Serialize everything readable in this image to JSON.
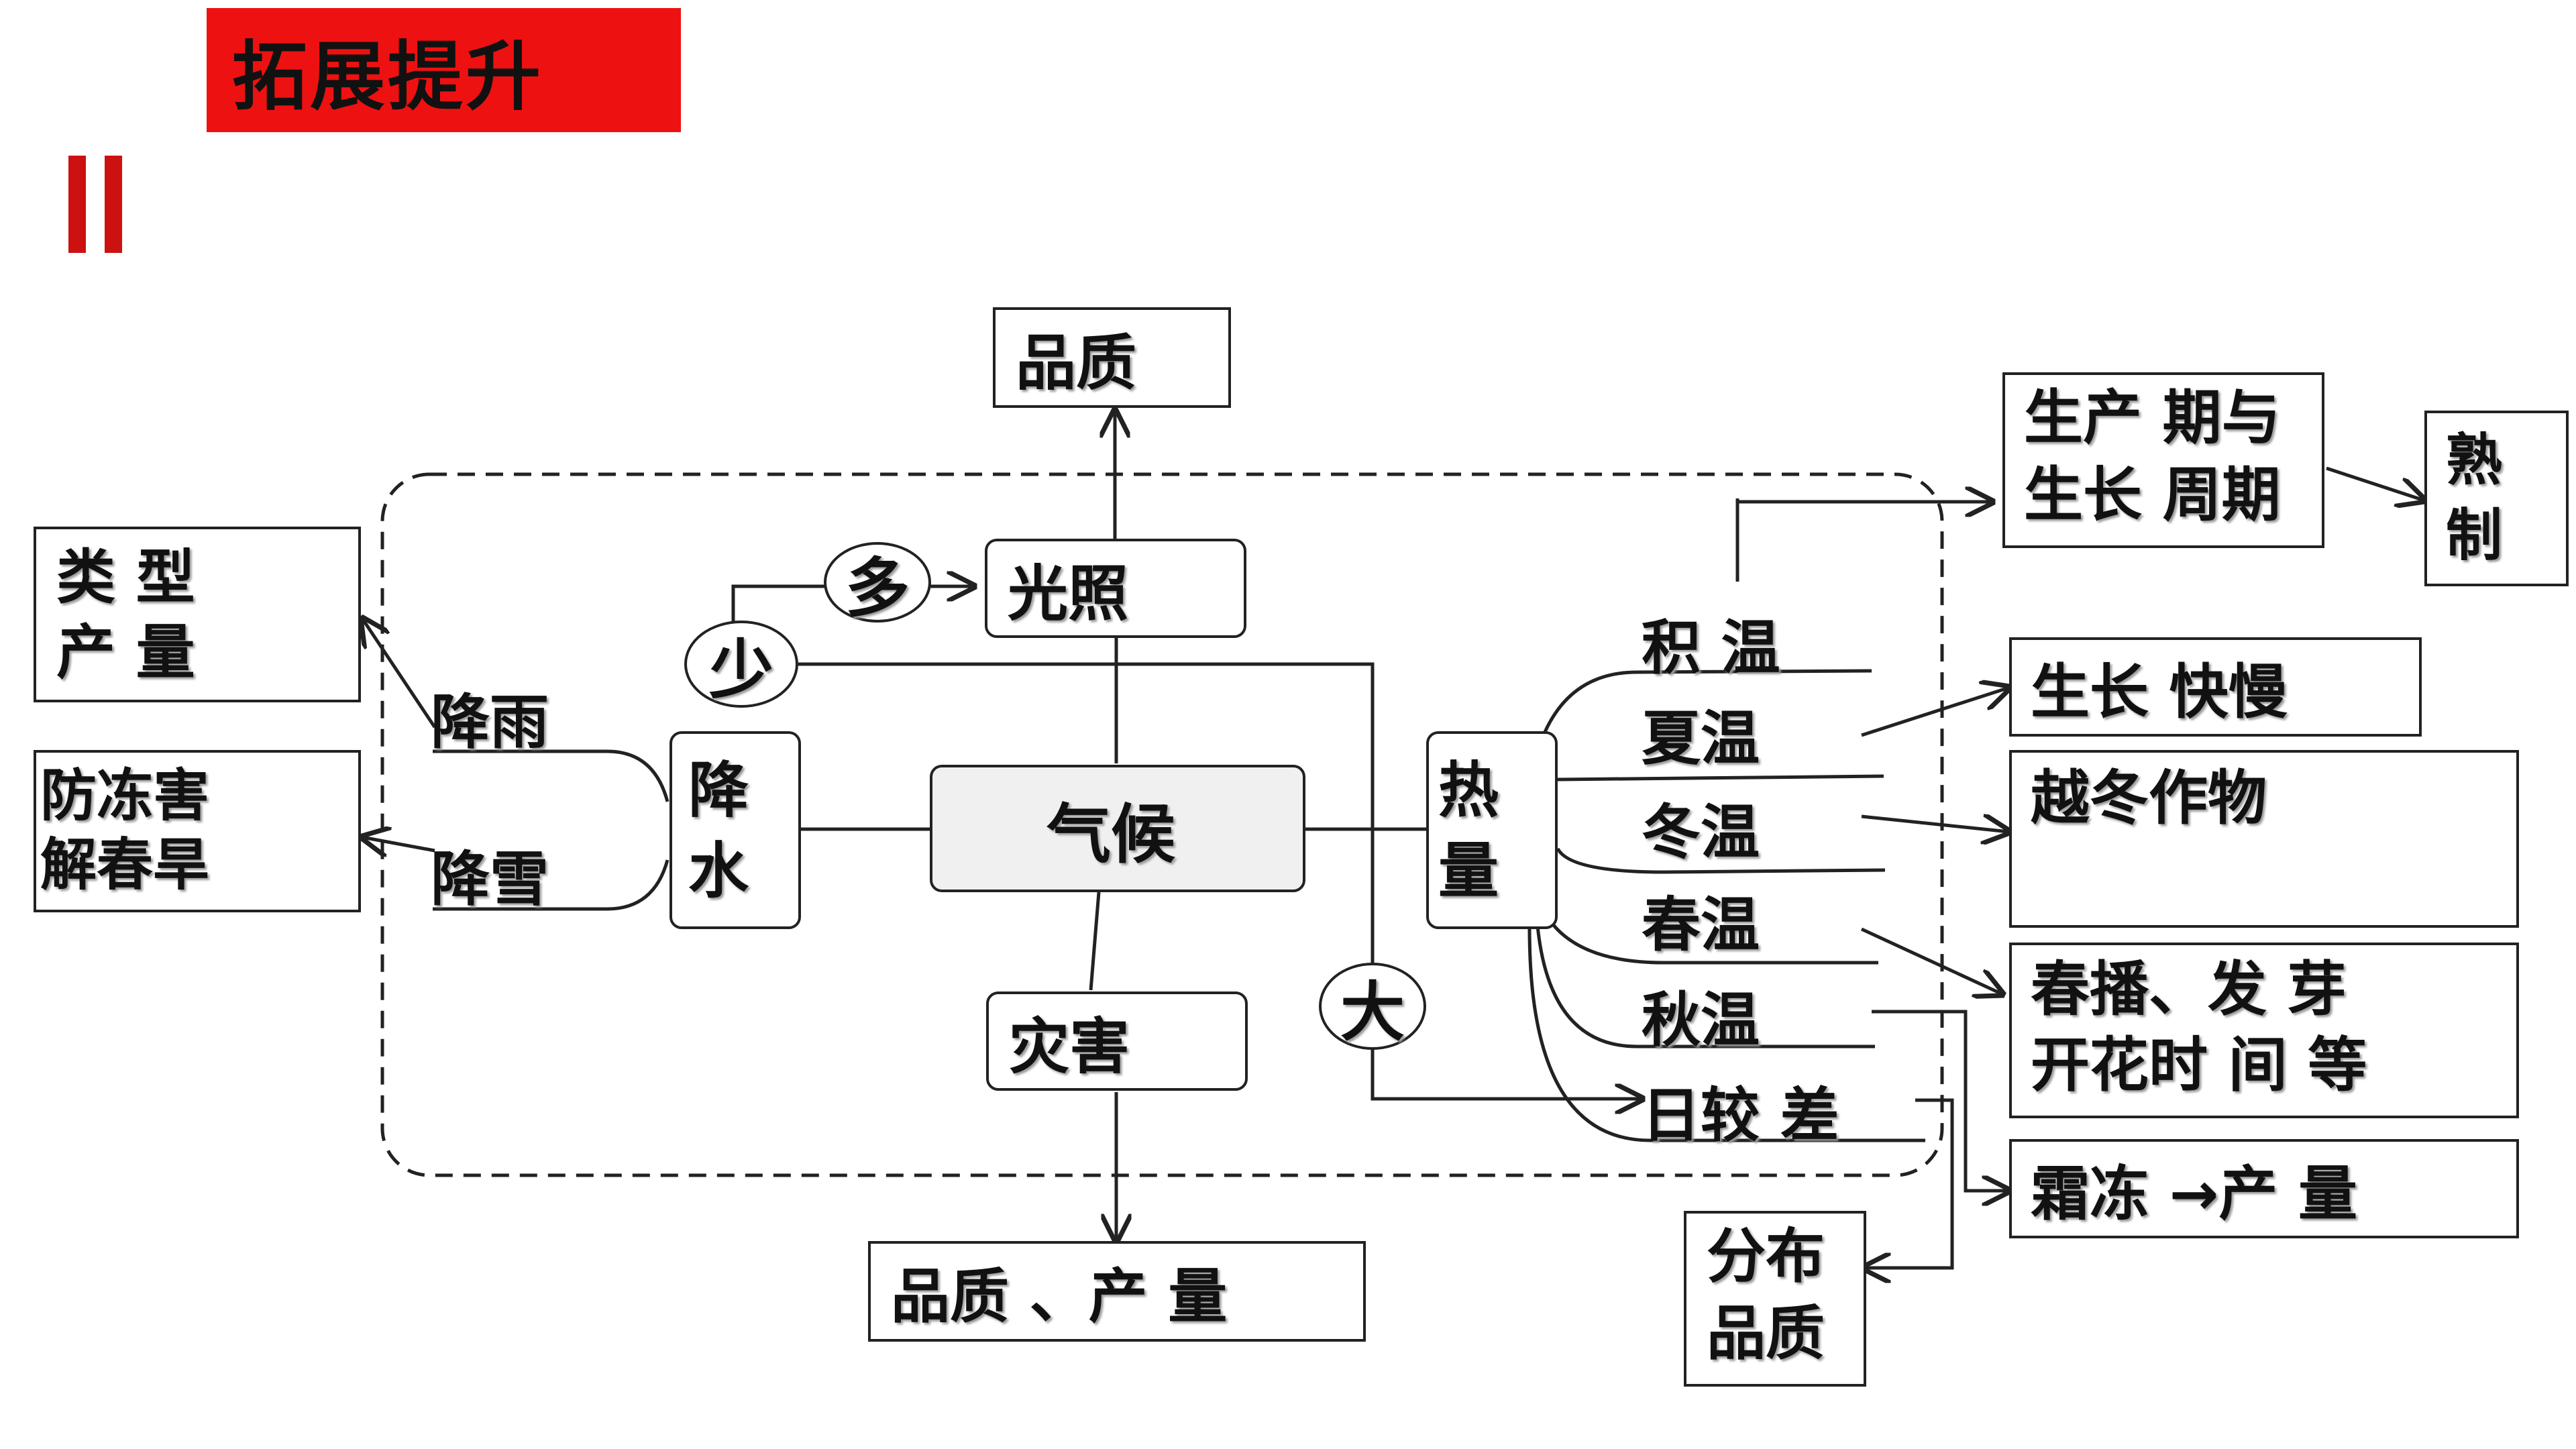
{
  "title": "拓展提升",
  "center": "气候",
  "light": {
    "label": "光照",
    "top_box": "品质",
    "more": "多"
  },
  "water": {
    "label_line1": "降",
    "label_line2": "水",
    "less": "少",
    "rain": "降雨",
    "snow": "降雪",
    "rain_box_line1": "类 型",
    "rain_box_line2": "产 量",
    "snow_box_line1": "防冻害",
    "snow_box_line2": "解春旱"
  },
  "disaster": {
    "label": "灾害",
    "result": "品质 、产 量"
  },
  "heat": {
    "label_line1": "热",
    "label_line2": "量",
    "big": "大",
    "branches": [
      "积 温",
      "夏温",
      "冬温",
      "春温",
      "秋温",
      "日较 差"
    ]
  },
  "results": {
    "period_line1": "生产 期与",
    "period_line2": "生长 周期",
    "ripe_line1": "熟",
    "ripe_line2": "制",
    "growth": "生长 快慢",
    "winter_crop": "越冬作物",
    "spring_line1": "春播、发 芽",
    "spring_line2": "开花时 间 等",
    "frost": "霜冻 →产 量",
    "dist_line1": "分布",
    "dist_line2": "品质"
  },
  "colors": {
    "title_bg": "#ee1111",
    "accent_bar": "#cc1111",
    "center_fill": "#f0f0f0"
  }
}
